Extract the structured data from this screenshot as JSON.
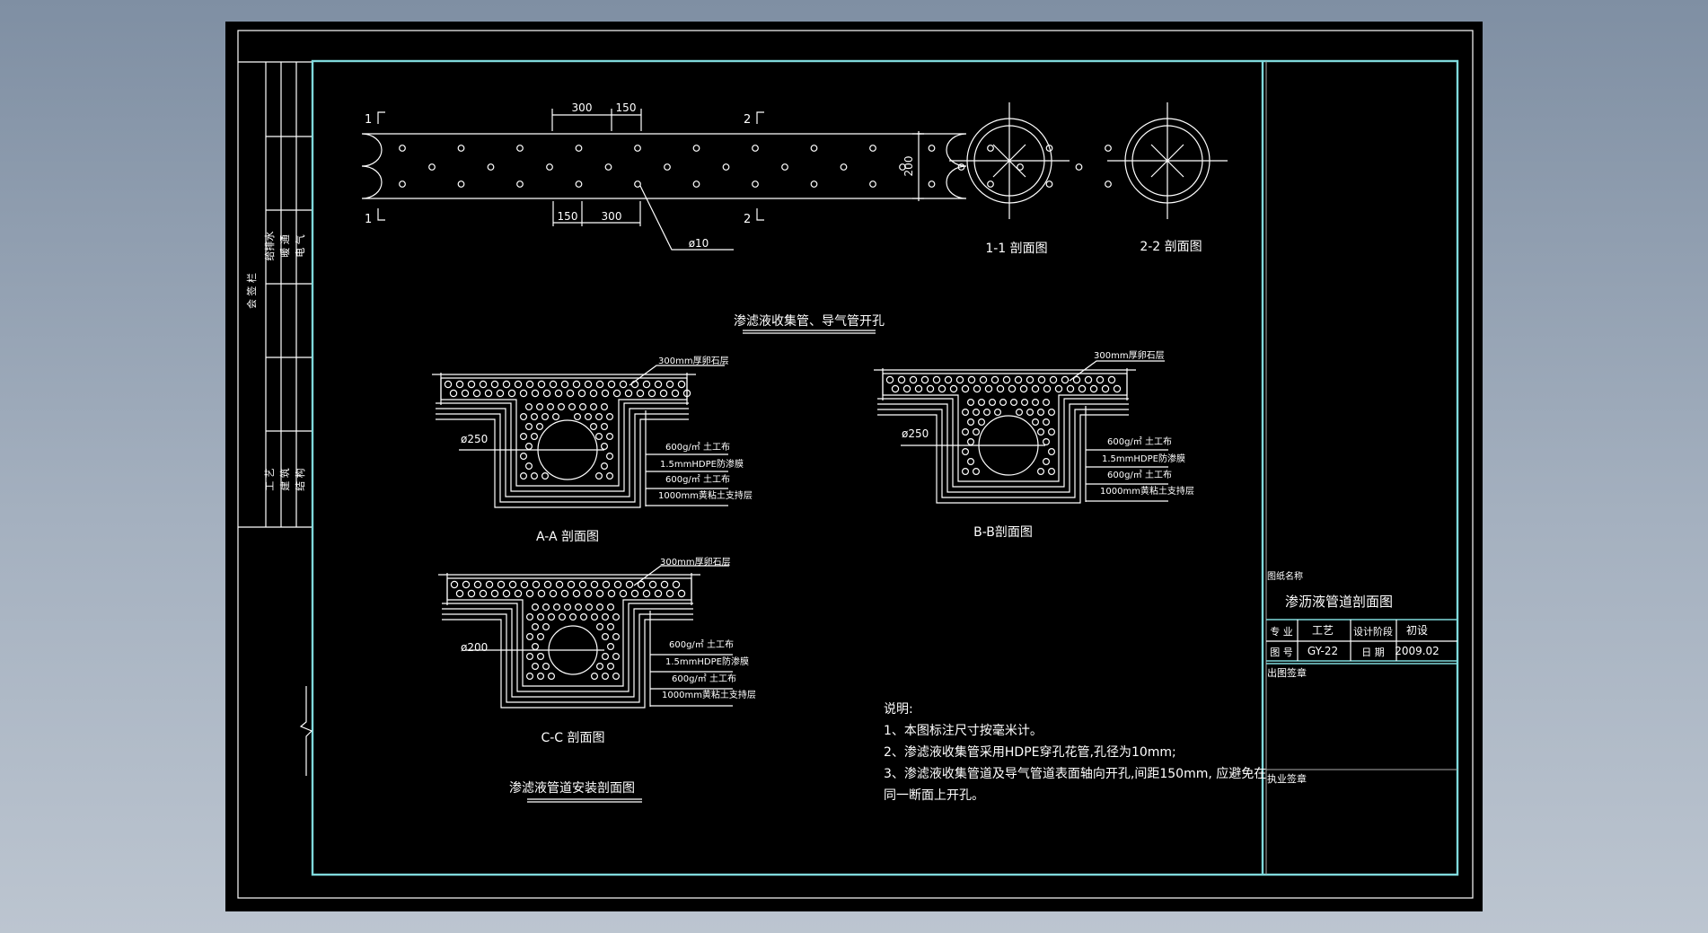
{
  "colors": {
    "background": "#000000",
    "border": "#7fd9dc",
    "line": "#ffffff",
    "viewport": "#9aa7b7"
  },
  "pipe_detail": {
    "mark_1_top": "1",
    "mark_1_bottom": "1",
    "mark_2_top": "2",
    "mark_2_bottom": "2",
    "dim_300_top": "300",
    "dim_150_top": "150",
    "dim_150_bottom": "150",
    "dim_300_bottom": "300",
    "dim_height": "200",
    "hole_label": "ø10",
    "title": "渗滤液收集管、导气管开孔"
  },
  "section_1_1": "1-1 剖面图",
  "section_2_2": "2-2 剖面图",
  "trench_aa": {
    "top_layer": "300mm厚卵石层",
    "pipe": "ø250",
    "layers": [
      "600g/㎡ 土工布",
      "1.5mmHDPE防渗膜",
      "600g/㎡ 土工布",
      "1000mm黄粘土支持层"
    ],
    "caption": "A-A 剖面图"
  },
  "trench_bb": {
    "top_layer": "300mm厚卵石层",
    "pipe": "ø250",
    "layers": [
      "600g/㎡ 土工布",
      "1.5mmHDPE防渗膜",
      "600g/㎡ 土工布",
      "1000mm黄粘土支持层"
    ],
    "caption": "B-B剖面图"
  },
  "trench_cc": {
    "top_layer": "300mm厚卵石层",
    "pipe": "ø200",
    "layers": [
      "600g/㎡ 土工布",
      "1.5mmHDPE防渗膜",
      "600g/㎡ 土工布",
      "1000mm黄粘土支持层"
    ],
    "caption": "C-C 剖面图"
  },
  "install_title": "渗滤液管道安装剖面图",
  "notes": {
    "heading": "说明:",
    "line1": "1、本图标注尺寸按毫米计。",
    "line2": "2、渗滤液收集管采用HDPE穿孔花管,孔径为10mm;",
    "line3": "3、渗滤液收集管道及导气管道表面轴向开孔,间距150mm, 应避免在",
    "line4": "同一断面上开孔。"
  },
  "left_strip": {
    "sign": "会 签 栏",
    "col1": [
      "给排水",
      "暖 通",
      "电 气"
    ],
    "col2": [
      "工 艺",
      "建 筑",
      "结 构"
    ]
  },
  "title_block": {
    "drawing_name_label": "图纸名称",
    "drawing_name": "渗沥液管道剖面图",
    "major_label": "专 业",
    "major_value": "工艺",
    "stage_label": "设计阶段",
    "stage_value": "初设",
    "number_label": "图 号",
    "number_value": "GY-22",
    "date_label": "日 期",
    "date_value": "2009.02",
    "issue_seal": "出图签章",
    "practice_seal": "执业签章"
  }
}
